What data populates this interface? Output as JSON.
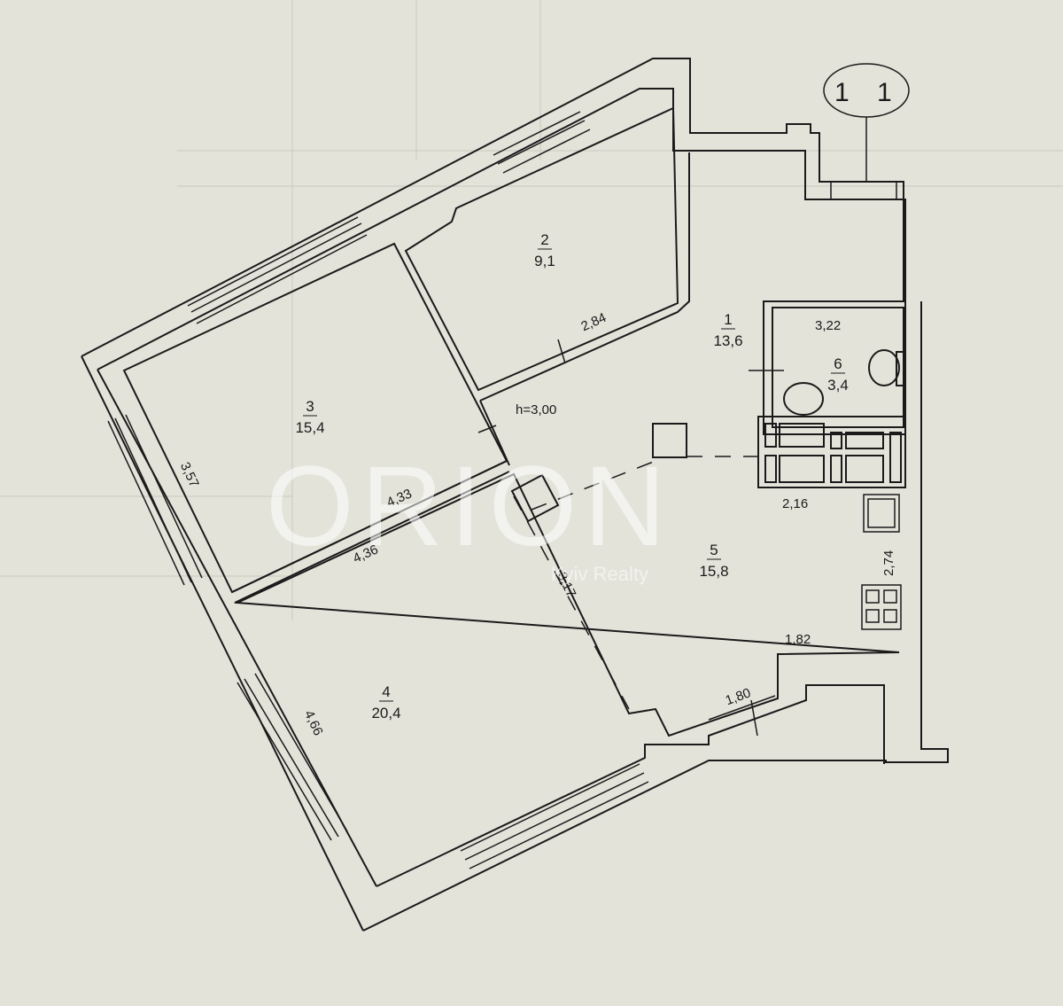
{
  "section_marker": {
    "left": "1",
    "right": "1"
  },
  "ceiling_height": "h=3,00",
  "rooms": [
    {
      "id": "1",
      "area": "13,6"
    },
    {
      "id": "2",
      "area": "9,1"
    },
    {
      "id": "3",
      "area": "15,4"
    },
    {
      "id": "4",
      "area": "20,4"
    },
    {
      "id": "5",
      "area": "15,8"
    },
    {
      "id": "6",
      "area": "3,4"
    }
  ],
  "dimensions": {
    "d284": "2,84",
    "d357": "3,57",
    "d433": "4,33",
    "d436": "4,36",
    "d466": "4,66",
    "d317": "3,17",
    "d322": "3,22",
    "d216": "2,16",
    "d274": "2,74",
    "d182": "1,82",
    "d180": "1,80"
  },
  "watermark": {
    "brand": "ORION",
    "sub": "Kyiv Realty"
  },
  "colors": {
    "paper": "#e4e3da",
    "ink": "#1a1a1a",
    "watermark": "#ffffff"
  }
}
